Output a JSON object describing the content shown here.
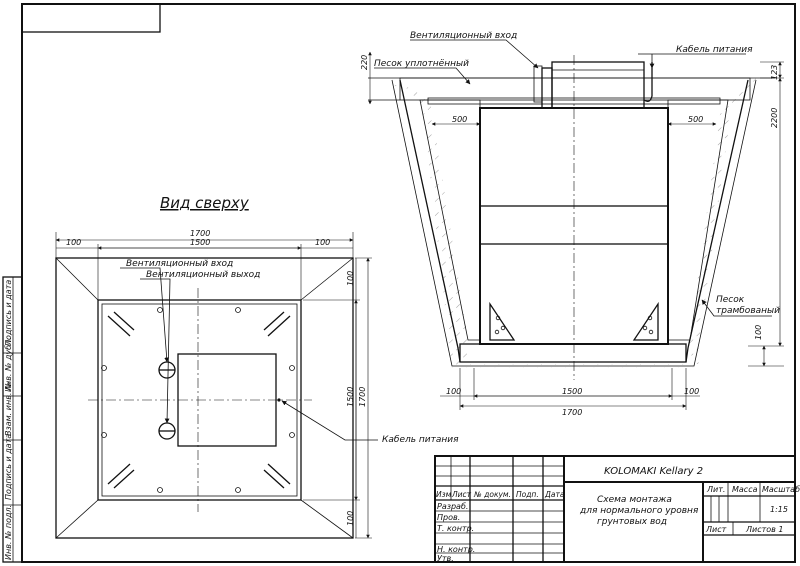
{
  "top_view": {
    "title": "Вид сверху",
    "dims": {
      "overall_width": "1700",
      "inner_width": "1500",
      "left_margin": "100",
      "right_margin": "100",
      "overall_height": "1700",
      "inner_height": "1500",
      "top_margin": "100",
      "bottom_margin": "100"
    },
    "labels": {
      "vent_inlet": "Вентиляционный вход",
      "vent_outlet": "Вентиляционный выход",
      "power_cable": "Кабель питания"
    }
  },
  "section_view": {
    "labels": {
      "vent_inlet": "Вентиляционный вход",
      "power_cable": "Кабель питания",
      "compacted_sand": "Песок уплотнённый",
      "tamped_sand": [
        "Песок",
        "трамбованый"
      ]
    },
    "dims": {
      "left_top": "220",
      "right_top": "123",
      "height": "2200",
      "bottom_height": "100",
      "gap_left": "500",
      "gap_right": "500",
      "base_left": "100",
      "base_mid": "1500",
      "base_right": "100",
      "base_total": "1700"
    }
  },
  "left_strip": [
    "Подпись и дата",
    "Инв. № дубл.",
    "Взам. инв. №",
    "Подпись и дата",
    "Инв. № подл."
  ],
  "title_block": {
    "product": "KOLOMAKI Kellary 2",
    "description": [
      "Схема монтажа",
      "для нормального уровня",
      "грунтовых вод"
    ],
    "headers": [
      "Изм",
      "Лист",
      "№ докум.",
      "Подп.",
      "Дата"
    ],
    "roles": [
      "Разраб.",
      "Пров.",
      "Т. контр.",
      "",
      "Н. контр.",
      "Утв."
    ],
    "info_headers": [
      "Лит.",
      "Масса",
      "Масштаб"
    ],
    "scale": "1:15",
    "sheet_label": "Лист",
    "sheets_label": "Листов 1"
  }
}
